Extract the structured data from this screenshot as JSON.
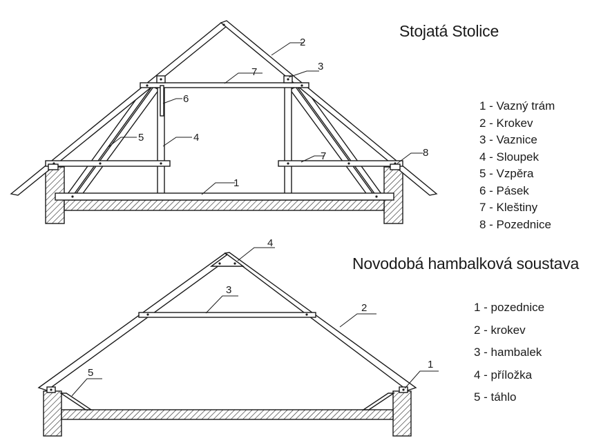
{
  "top": {
    "title": "Stojatá Stolice",
    "legend": [
      "1 - Vazný trám",
      "2 - Krokev",
      "3 - Vaznice",
      "4 - Sloupek",
      "5 - Vzpěra",
      "6 - Pásek",
      "7 - Kleštiny",
      "8 - Pozednice"
    ],
    "callouts": {
      "c1": "1",
      "c2": "2",
      "c3": "3",
      "c4": "4",
      "c5": "5",
      "c6": "6",
      "c7a": "7",
      "c7b": "7",
      "c8": "8"
    }
  },
  "bottom": {
    "title": "Novodobá hambalková soustava",
    "legend": [
      "1 - pozednice",
      "2 - krokev",
      "3 - hambalek",
      "4 - příložka",
      "5 - táhlo"
    ],
    "callouts": {
      "c1": "1",
      "c2": "2",
      "c3": "3",
      "c4": "4",
      "c5": "5"
    }
  }
}
